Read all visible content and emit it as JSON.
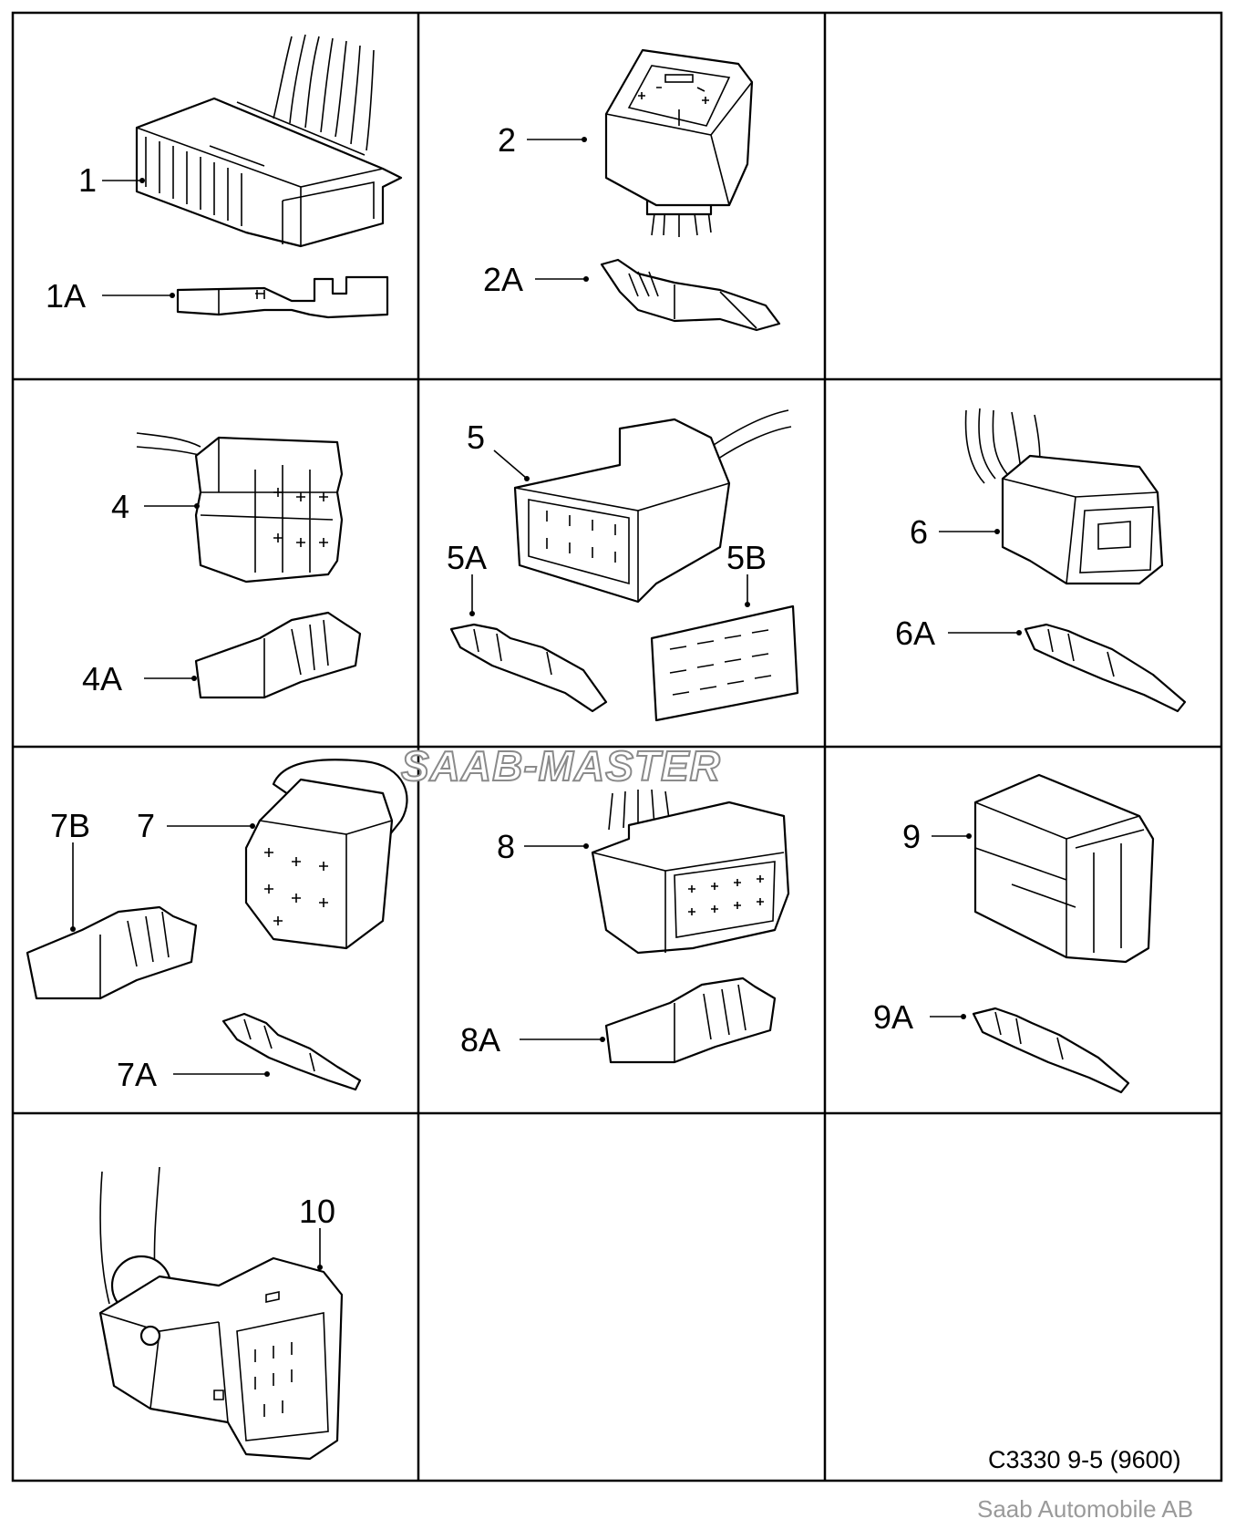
{
  "labels": {
    "p1": "1",
    "p1a": "1A",
    "p2": "2",
    "p2a": "2A",
    "p4": "4",
    "p4a": "4A",
    "p5": "5",
    "p5a": "5A",
    "p5b": "5B",
    "p6": "6",
    "p6a": "6A",
    "p7": "7",
    "p7a": "7A",
    "p7b": "7B",
    "p8": "8",
    "p8a": "8A",
    "p9": "9",
    "p9a": "9A",
    "p10": "10"
  },
  "watermark": "SAAB-MASTER",
  "reference": "C3330 9-5 (9600)",
  "copyright": "Saab Automobile AB"
}
